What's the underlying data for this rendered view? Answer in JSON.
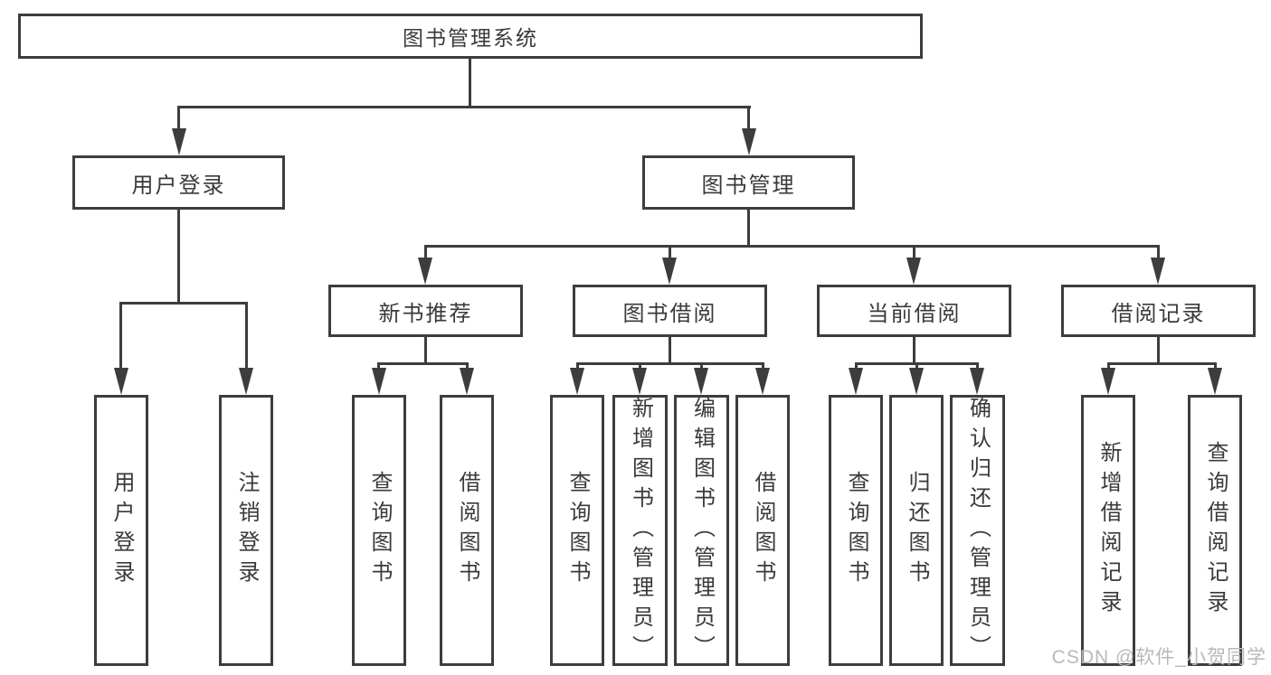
{
  "diagram_title": "图书管理系统",
  "colors": {
    "line": "#3d3d3d",
    "box_border": "#3d3d3d",
    "text": "#3a3a3a",
    "background": "#ffffff",
    "watermark": "#b9b9b9"
  },
  "nodes": {
    "root": {
      "label": "图书管理系统"
    },
    "level2": [
      {
        "label": "用户登录"
      },
      {
        "label": "图书管理"
      }
    ],
    "level3": [
      {
        "label": "新书推荐",
        "parent": "图书管理"
      },
      {
        "label": "图书借阅",
        "parent": "图书管理"
      },
      {
        "label": "当前借阅",
        "parent": "图书管理"
      },
      {
        "label": "借阅记录",
        "parent": "图书管理"
      }
    ],
    "leaves": [
      {
        "label": "用户登录",
        "parent": "用户登录"
      },
      {
        "label": "注销登录",
        "parent": "用户登录"
      },
      {
        "label": "查询图书",
        "parent": "新书推荐"
      },
      {
        "label": "借阅图书",
        "parent": "新书推荐"
      },
      {
        "label": "查询图书",
        "parent": "图书借阅"
      },
      {
        "label": "新增图书（管理员）",
        "parent": "图书借阅"
      },
      {
        "label": "编辑图书（管理员）",
        "parent": "图书借阅"
      },
      {
        "label": "借阅图书",
        "parent": "图书借阅"
      },
      {
        "label": "查询图书",
        "parent": "当前借阅"
      },
      {
        "label": "归还图书",
        "parent": "当前借阅"
      },
      {
        "label": "确认归还（管理员）",
        "parent": "当前借阅"
      },
      {
        "label": "新增借阅记录",
        "parent": "借阅记录"
      },
      {
        "label": "查询借阅记录",
        "parent": "借阅记录"
      }
    ]
  },
  "watermark": {
    "text": "CSDN @软件_小贺同学"
  }
}
